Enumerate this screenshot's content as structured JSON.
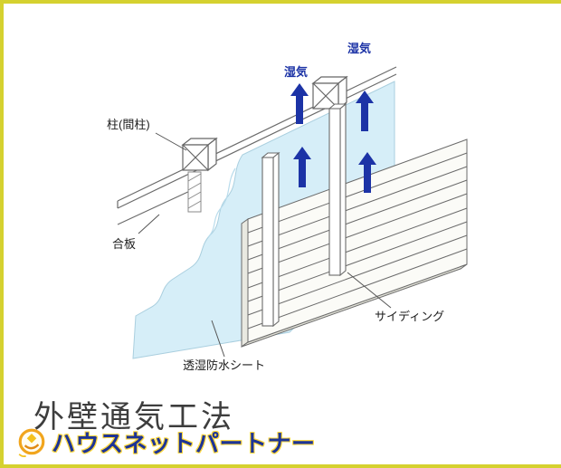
{
  "page": {
    "background": "#ffffff",
    "border_color": "#d5d12f"
  },
  "diagram": {
    "labels": {
      "moisture_left": "湿気",
      "moisture_right": "湿気",
      "pillar": "柱(間柱)",
      "plywood": "合板",
      "sheet": "透湿防水シート",
      "siding": "サイディング"
    },
    "colors": {
      "sheet_fill": "#d6eef8",
      "arrow_blue": "#1c33a6",
      "line_gray": "#6b6b6b"
    }
  },
  "footer": {
    "title": "外壁通気工法",
    "brand": "ハウスネットパートナー",
    "brand_color": "#1d3496",
    "logo_color": "#f1a51d"
  }
}
